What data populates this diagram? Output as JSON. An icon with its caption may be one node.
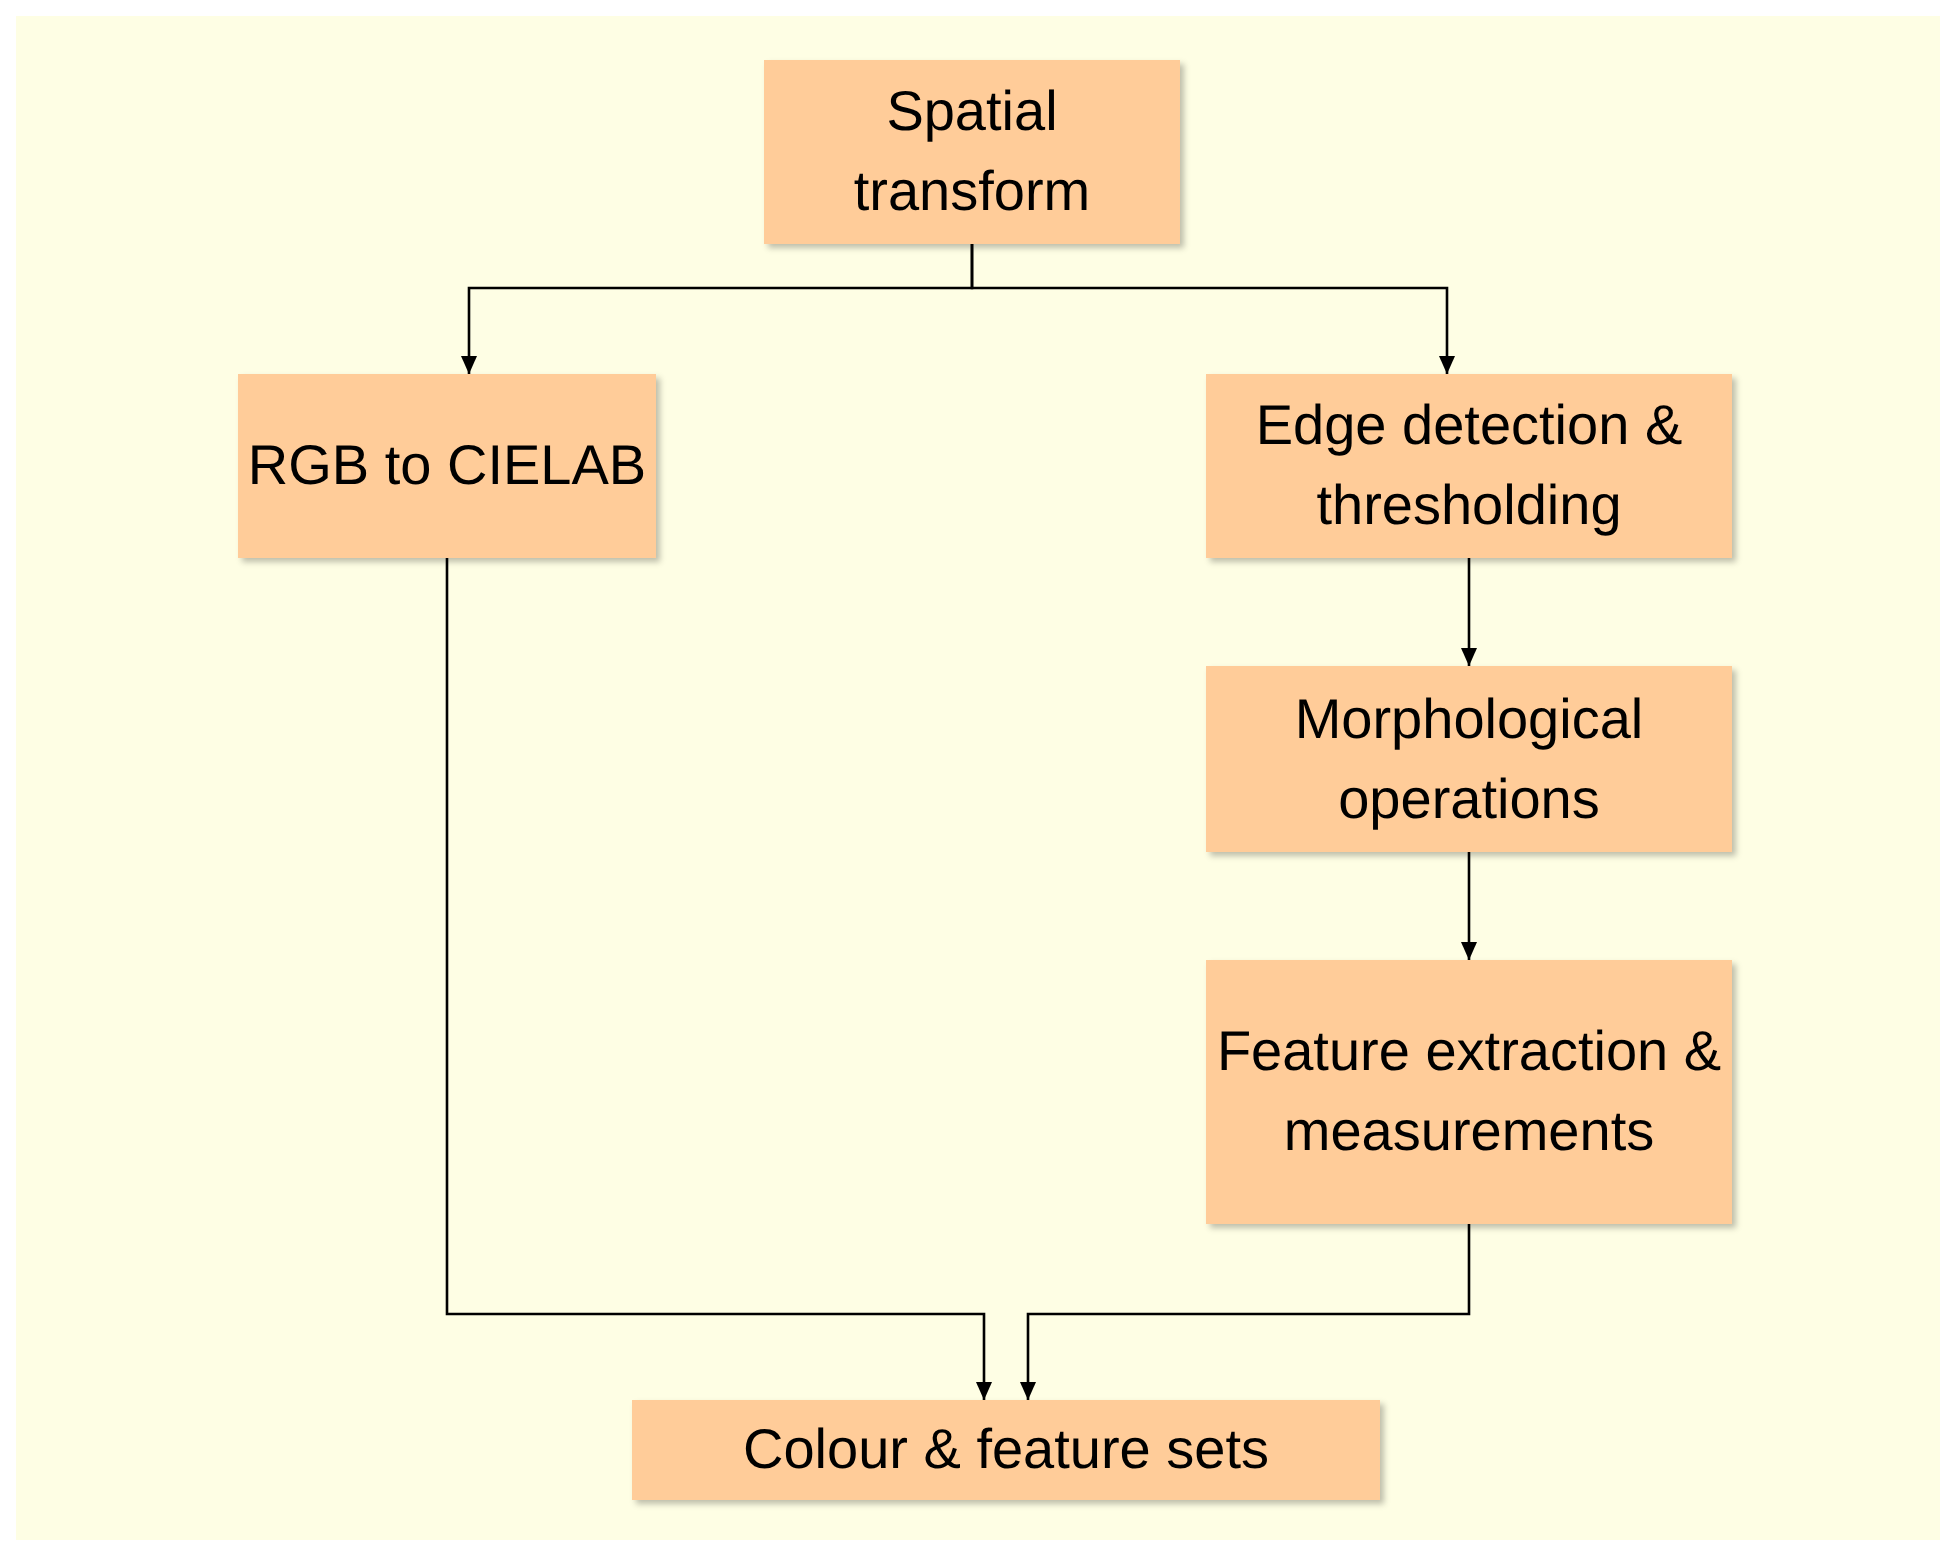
{
  "diagram": {
    "nodes": [
      {
        "text": [
          "Spatial transform"
        ]
      },
      {
        "text": [
          "RGB to CIELAB"
        ]
      },
      {
        "text": [
          "Edge detection & thresholding"
        ]
      },
      {
        "text": [
          "Morphological operations"
        ]
      },
      {
        "text": [
          "Feature extraction & measurements"
        ]
      },
      {
        "text": [
          "Colour & feature sets"
        ]
      }
    ],
    "edges": [
      {
        "from": 0,
        "to": 1,
        "arrow": "to"
      },
      {
        "from": 0,
        "to": 2,
        "arrow": "to"
      },
      {
        "from": 2,
        "to": 3,
        "arrow": "to"
      },
      {
        "from": 3,
        "to": 4,
        "arrow": "to"
      },
      {
        "from": 1,
        "to": 5,
        "arrow": "to"
      },
      {
        "from": 4,
        "to": 5,
        "arrow": "to"
      }
    ]
  }
}
